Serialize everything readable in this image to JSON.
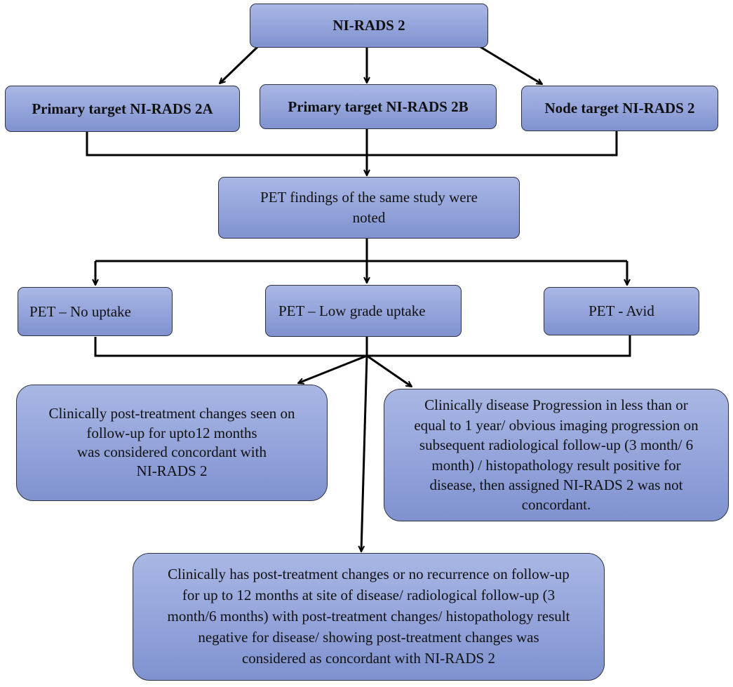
{
  "diagram": {
    "root": "NI-RADS 2",
    "targets": {
      "primary_2a": "Primary target NI-RADS 2A",
      "primary_2b": "Primary target NI-RADS 2B",
      "node_2": "Node target NI-RADS 2"
    },
    "pet_findings": "PET findings of the same study were\nnoted",
    "pet_categories": {
      "no_uptake": "PET – No uptake",
      "low_grade": "PET – Low grade uptake",
      "avid": "PET - Avid"
    },
    "outcomes": {
      "left": "Clinically post-treatment changes seen on\nfollow-up for upto12 months\nwas considered concordant with\nNI-RADS 2",
      "right": "Clinically disease Progression in less than or\nequal to 1 year/ obvious imaging progression on\nsubsequent radiological follow-up (3 month/ 6\nmonth) / histopathology result positive for\ndisease, then assigned NI-RADS 2 was not\nconcordant.",
      "bottom": "Clinically has post-treatment changes or no recurrence on follow-up\nfor up to 12 months at site of disease/ radiological follow-up (3\nmonth/6 months) with post-treatment changes/ histopathology result\nnegative for disease/ showing post-treatment changes was\nconsidered as concordant with NI-RADS 2"
    },
    "colors": {
      "box_top": "#a9b7e4",
      "box_bottom": "#7f92cf",
      "border": "#2f3340",
      "line": "#000000"
    }
  }
}
